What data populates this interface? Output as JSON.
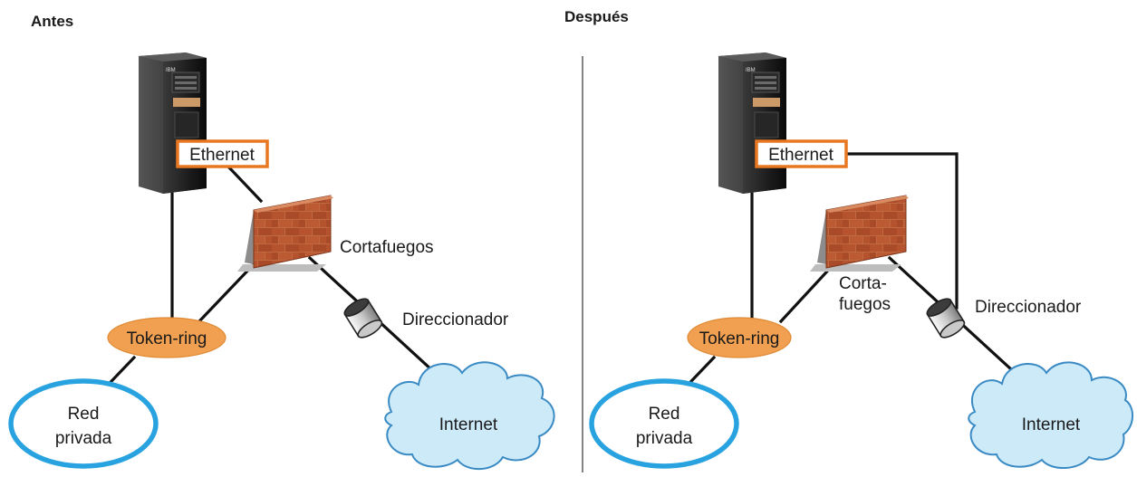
{
  "before": {
    "title": "Antes",
    "ethernet_label": "Ethernet",
    "firewall_label": "Cortafuegos",
    "router_label": "Direccionador",
    "token_ring_label": "Token-ring",
    "private_network_label_line1": "Red",
    "private_network_label_line2": "privada",
    "internet_label": "Internet"
  },
  "after": {
    "title": "Después",
    "ethernet_label": "Ethernet",
    "firewall_label_line1": "Corta-",
    "firewall_label_line2": "fuegos",
    "router_label": "Direccionador",
    "token_ring_label": "Token-ring",
    "private_network_label_line1": "Red",
    "private_network_label_line2": "privada",
    "internet_label": "Internet"
  },
  "colors": {
    "ethernet_border": "#e87722",
    "token_ring_fill": "#f0a050",
    "private_network_stroke": "#29a3e0",
    "internet_fill": "#cdeaf8",
    "internet_stroke": "#3a8ac4",
    "brick": "#b5532e",
    "wire": "#111111"
  }
}
